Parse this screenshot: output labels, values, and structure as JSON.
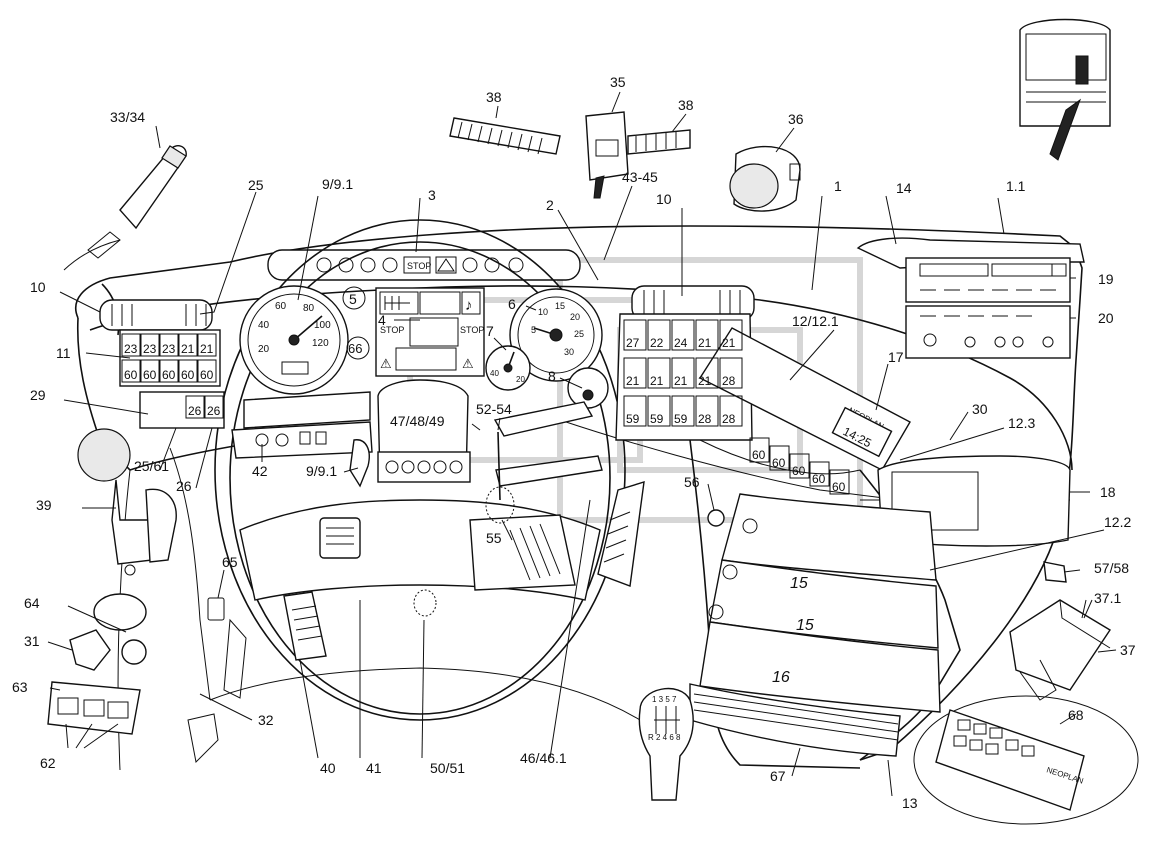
{
  "labels": [
    {
      "id": "33-34",
      "text": "33/34"
    },
    {
      "id": "38a",
      "text": "38"
    },
    {
      "id": "35",
      "text": "35"
    },
    {
      "id": "38b",
      "text": "38"
    },
    {
      "id": "36",
      "text": "36"
    },
    {
      "id": "25",
      "text": "25"
    },
    {
      "id": "9-9-1a",
      "text": "9/9.1"
    },
    {
      "id": "3",
      "text": "3"
    },
    {
      "id": "43-45",
      "text": "43-45"
    },
    {
      "id": "2",
      "text": "2"
    },
    {
      "id": "10b",
      "text": "10"
    },
    {
      "id": "1",
      "text": "1"
    },
    {
      "id": "14",
      "text": "14"
    },
    {
      "id": "1-1",
      "text": "1.1"
    },
    {
      "id": "10a",
      "text": "10"
    },
    {
      "id": "19",
      "text": "19"
    },
    {
      "id": "20",
      "text": "20"
    },
    {
      "id": "11",
      "text": "11"
    },
    {
      "id": "4",
      "text": "4"
    },
    {
      "id": "6",
      "text": "6"
    },
    {
      "id": "12-12-1",
      "text": "12/12.1"
    },
    {
      "id": "17",
      "text": "17"
    },
    {
      "id": "7",
      "text": "7"
    },
    {
      "id": "8",
      "text": "8"
    },
    {
      "id": "29",
      "text": "29"
    },
    {
      "id": "30",
      "text": "30"
    },
    {
      "id": "12-3",
      "text": "12.3"
    },
    {
      "id": "47-48-49",
      "text": "47/48/49"
    },
    {
      "id": "52-54",
      "text": "52-54"
    },
    {
      "id": "25-61",
      "text": "25/61"
    },
    {
      "id": "26",
      "text": "26"
    },
    {
      "id": "42",
      "text": "42"
    },
    {
      "id": "9-9-1b",
      "text": "9/9.1"
    },
    {
      "id": "18",
      "text": "18"
    },
    {
      "id": "39",
      "text": "39"
    },
    {
      "id": "56",
      "text": "56"
    },
    {
      "id": "55",
      "text": "55"
    },
    {
      "id": "12-2",
      "text": "12.2"
    },
    {
      "id": "65",
      "text": "65"
    },
    {
      "id": "57-58",
      "text": "57/58"
    },
    {
      "id": "64",
      "text": "64"
    },
    {
      "id": "37-1",
      "text": "37.1"
    },
    {
      "id": "31",
      "text": "31"
    },
    {
      "id": "37",
      "text": "37"
    },
    {
      "id": "63",
      "text": "63"
    },
    {
      "id": "68",
      "text": "68"
    },
    {
      "id": "32",
      "text": "32"
    },
    {
      "id": "62",
      "text": "62"
    },
    {
      "id": "40",
      "text": "40"
    },
    {
      "id": "41",
      "text": "41"
    },
    {
      "id": "50-51",
      "text": "50/51"
    },
    {
      "id": "46-46-1",
      "text": "46/46.1"
    },
    {
      "id": "67",
      "text": "67"
    },
    {
      "id": "13",
      "text": "13"
    }
  ],
  "panel_text": {
    "speedo_ticks": [
      "20",
      "40",
      "60",
      "80",
      "100",
      "120"
    ],
    "speedo_badge_5": "5",
    "speedo_badge_66": "66",
    "display_stop_1": "STOP",
    "display_stop_2": "STOP",
    "display_note": "♪",
    "display_warn_1": "⚠",
    "display_warn_2": "⚠",
    "tacho_ticks": [
      "5",
      "10",
      "15",
      "20",
      "25",
      "30"
    ],
    "fuel_ticks": [
      "40",
      "20"
    ],
    "warn_strip_stop": "STOP",
    "left_buttons": [
      "23",
      "23",
      "23",
      "21",
      "21",
      "60",
      "60",
      "60",
      "60",
      "60",
      "26",
      "26"
    ],
    "center_buttons": [
      "27",
      "22",
      "24",
      "21",
      "21",
      "21",
      "21",
      "21",
      "21",
      "28",
      "59",
      "59",
      "59",
      "28",
      "28"
    ],
    "center_lower": [
      "60",
      "60",
      "60",
      "60",
      "60"
    ],
    "brand_1": "NEOPLAN",
    "brand_2": "NEOPLAN",
    "drawer_15a": "15",
    "drawer_15b": "15",
    "drawer_16": "16",
    "gear_numbers": "1 3 5 7",
    "gear_numbers_2": "R 2 4 6 8",
    "clock_digits": "14:25"
  },
  "colors": {
    "ink": "#111111",
    "paper": "#ffffff",
    "watermark": "#d6d6d6"
  }
}
